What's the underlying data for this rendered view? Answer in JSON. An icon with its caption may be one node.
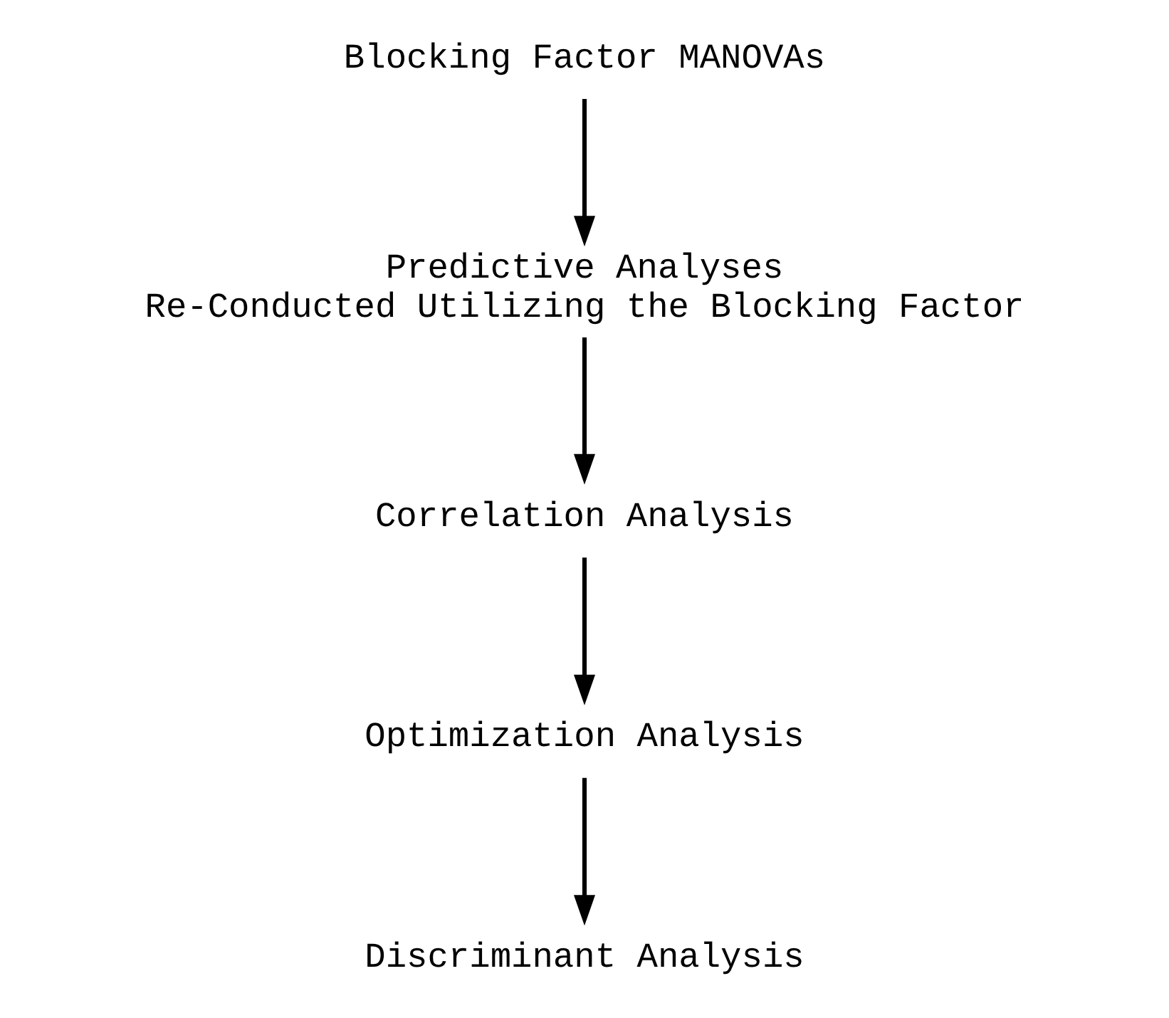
{
  "diagram": {
    "nodes": [
      {
        "text": [
          "Blocking Factor MANOVAs"
        ]
      },
      {
        "text": [
          "Predictive Analyses",
          "Re-Conducted Utilizing the Blocking Factor"
        ]
      },
      {
        "text": [
          "Correlation Analysis"
        ]
      },
      {
        "text": [
          "Optimization Analysis"
        ]
      },
      {
        "text": [
          "Discriminant Analysis"
        ]
      }
    ],
    "edges": [
      {
        "from": 0,
        "to": 1,
        "arrow": "to"
      },
      {
        "from": 1,
        "to": 2,
        "arrow": "to"
      },
      {
        "from": 2,
        "to": 3,
        "arrow": "to"
      },
      {
        "from": 3,
        "to": 4,
        "arrow": "to"
      }
    ]
  }
}
